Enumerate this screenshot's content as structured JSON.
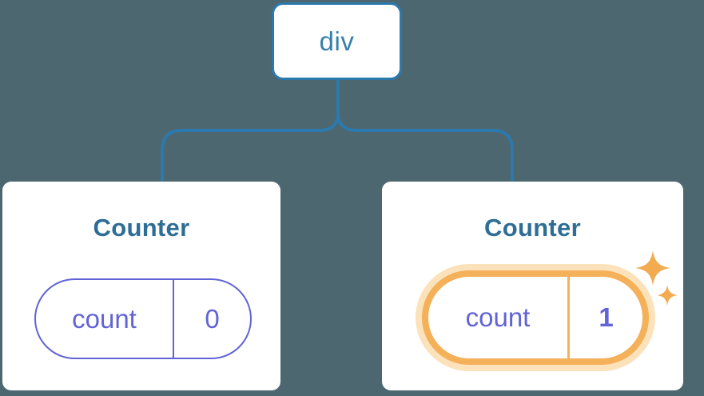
{
  "diagram": {
    "description": "React component tree with state",
    "root": {
      "label": "div"
    },
    "children": [
      {
        "title": "Counter",
        "state": {
          "key": "count",
          "value": "0"
        },
        "highlighted": false
      },
      {
        "title": "Counter",
        "state": {
          "key": "count",
          "value": "1"
        },
        "highlighted": true,
        "highlight_icon": "sparkle-icon"
      }
    ]
  },
  "colors": {
    "background": "#4d6771",
    "connector": "#2b79ad",
    "node-border": "#2b79ad",
    "node-bg": "#ffffff",
    "node-label": "#3880ab",
    "card-bg": "#ffffff",
    "card-title": "#2e6e96",
    "state-purple": "#6163d6",
    "highlight-orange": "#f5b05a",
    "highlight-orange-light": "#fbe2ba",
    "sparkle": "#f2ab51"
  }
}
